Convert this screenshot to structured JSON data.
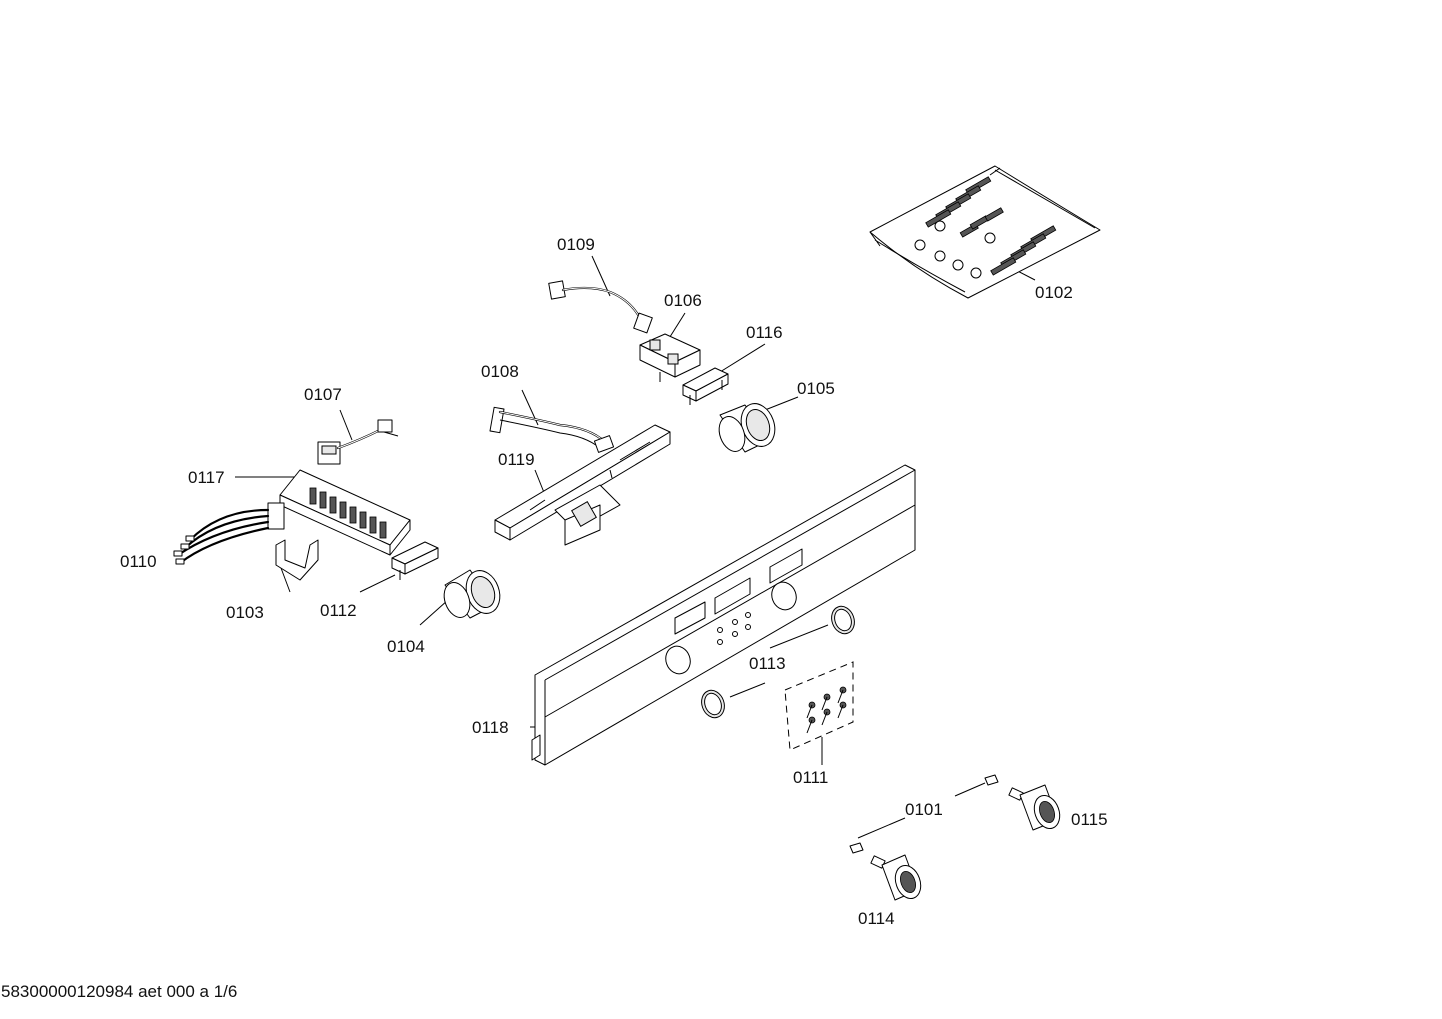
{
  "diagram": {
    "footer_text": "58300000120984 aet 000 a 1/6",
    "part_labels": {
      "p0101": "0101",
      "p0102": "0102",
      "p0103": "0103",
      "p0104": "0104",
      "p0105": "0105",
      "p0106": "0106",
      "p0107": "0107",
      "p0108": "0108",
      "p0109": "0109",
      "p0110": "0110",
      "p0111": "0111",
      "p0112": "0112",
      "p0113": "0113",
      "p0114": "0114",
      "p0115": "0115",
      "p0116": "0116",
      "p0117": "0117",
      "p0118": "0118",
      "p0119": "0119"
    }
  }
}
